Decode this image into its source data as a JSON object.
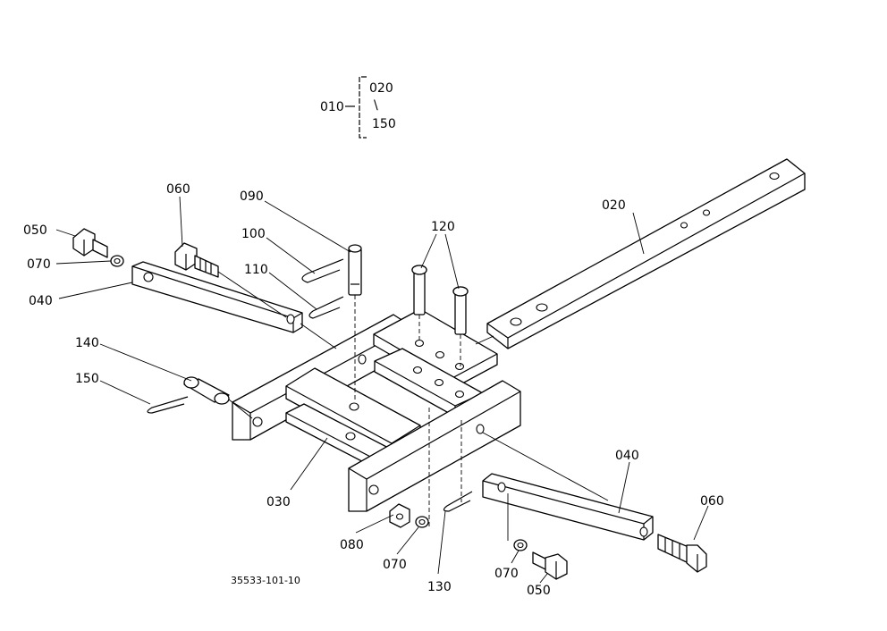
{
  "assembly": {
    "number": "010",
    "range_start": "020",
    "range_sep": "\\",
    "range_end": "150"
  },
  "callouts": {
    "c050a": "050",
    "c070a": "070",
    "c040a": "040",
    "c060a": "060",
    "c090": "090",
    "c100": "100",
    "c110": "110",
    "c120": "120",
    "c020": "020",
    "c140": "140",
    "c150": "150",
    "c030": "030",
    "c040b": "040",
    "c060b": "060",
    "c080": "080",
    "c070b": "070",
    "c130": "130",
    "c070c": "070",
    "c050b": "050"
  },
  "drawing_number": "35533-101-10",
  "colors": {
    "line": "#000000",
    "background": "#ffffff"
  }
}
